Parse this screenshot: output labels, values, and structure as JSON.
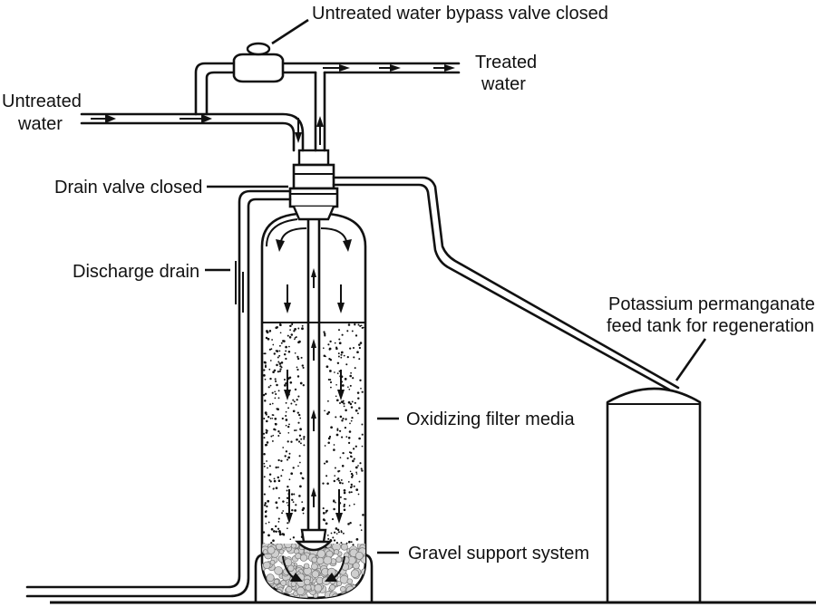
{
  "labels": {
    "bypass_valve": "Untreated water bypass valve closed",
    "treated_water_1": "Treated",
    "treated_water_2": "water",
    "untreated_water_1": "Untreated",
    "untreated_water_2": "water",
    "drain_valve": "Drain valve closed",
    "discharge_drain": "Discharge drain",
    "feed_tank_1": "Potassium permanganate",
    "feed_tank_2": "feed tank for regeneration",
    "filter_media": "Oxidizing filter media",
    "gravel": "Gravel support system"
  },
  "colors": {
    "line": "#111111",
    "gravel": "#cfcfcf",
    "background": "#ffffff"
  }
}
